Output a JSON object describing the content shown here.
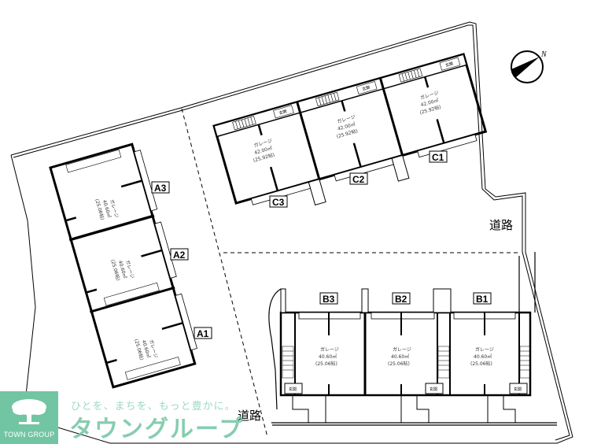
{
  "plan": {
    "compass": {
      "label": "N"
    },
    "roads": [
      {
        "label": "道路",
        "position": "right"
      },
      {
        "label": "道路",
        "position": "bottom"
      }
    ],
    "entrance_label": "玄関",
    "units": {
      "A1": {
        "label": "A1",
        "room": "ガレージ",
        "area": "40.60㎡",
        "tatami": "(25.06帖)"
      },
      "A2": {
        "label": "A2",
        "room": "ガレージ",
        "area": "40.60㎡",
        "tatami": "(25.06帖)"
      },
      "A3": {
        "label": "A3",
        "room": "ガレージ",
        "area": "40.60㎡",
        "tatami": "(25.06帖)"
      },
      "B1": {
        "label": "B1",
        "room": "ガレージ",
        "area": "40.60㎡",
        "tatami": "(25.06帖)"
      },
      "B2": {
        "label": "B2",
        "room": "ガレージ",
        "area": "40.60㎡",
        "tatami": "(25.06帖)"
      },
      "B3": {
        "label": "B3",
        "room": "ガレージ",
        "area": "40.60㎡",
        "tatami": "(25.06帖)"
      },
      "C1": {
        "label": "C1",
        "room": "ガレージ",
        "area": "42.00㎡",
        "tatami": "(25.92帖)"
      },
      "C2": {
        "label": "C2",
        "room": "ガレージ",
        "area": "42.00㎡",
        "tatami": "(25.92帖)"
      },
      "C3": {
        "label": "C3",
        "room": "ガレージ",
        "area": "42.00㎡",
        "tatami": "(25.92帖)"
      }
    }
  },
  "brand": {
    "name": "TOWN GROUP",
    "slogan": "ひとを、まちを、もっと豊かに。",
    "kana": "タウングループ",
    "color": "#72c5a3"
  }
}
